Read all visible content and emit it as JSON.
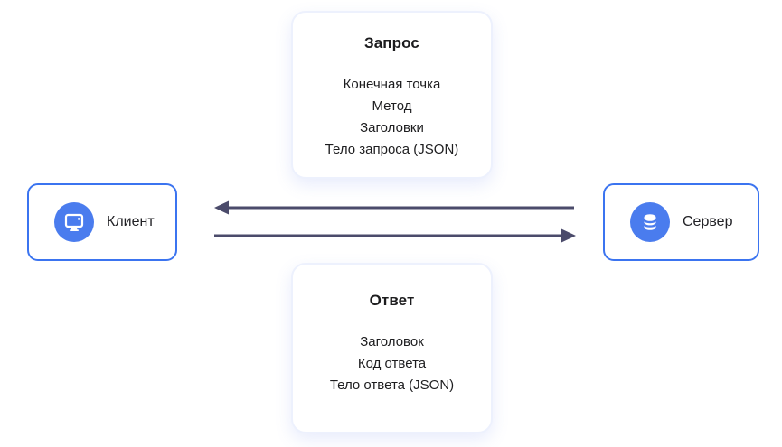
{
  "diagram": {
    "request_card": {
      "title": "Запрос",
      "items": [
        "Конечная точка",
        "Метод",
        "Заголовки",
        "Тело запроса (JSON)"
      ]
    },
    "response_card": {
      "title": "Ответ",
      "items": [
        "Заголовок",
        "Код ответа",
        "Тело ответа (JSON)"
      ]
    },
    "client_node": {
      "label": "Клиент",
      "icon": "monitor-icon"
    },
    "server_node": {
      "label": "Сервер",
      "icon": "database-icon"
    },
    "arrows": [
      {
        "name": "server-to-client",
        "direction": "left"
      },
      {
        "name": "client-to-server",
        "direction": "right"
      }
    ],
    "colors": {
      "node_border": "#3b74f0",
      "icon_circle": "#4a7cee",
      "arrow": "#4b4b6b",
      "card_border": "#edf1fd",
      "text": "#1f1f1f"
    }
  }
}
